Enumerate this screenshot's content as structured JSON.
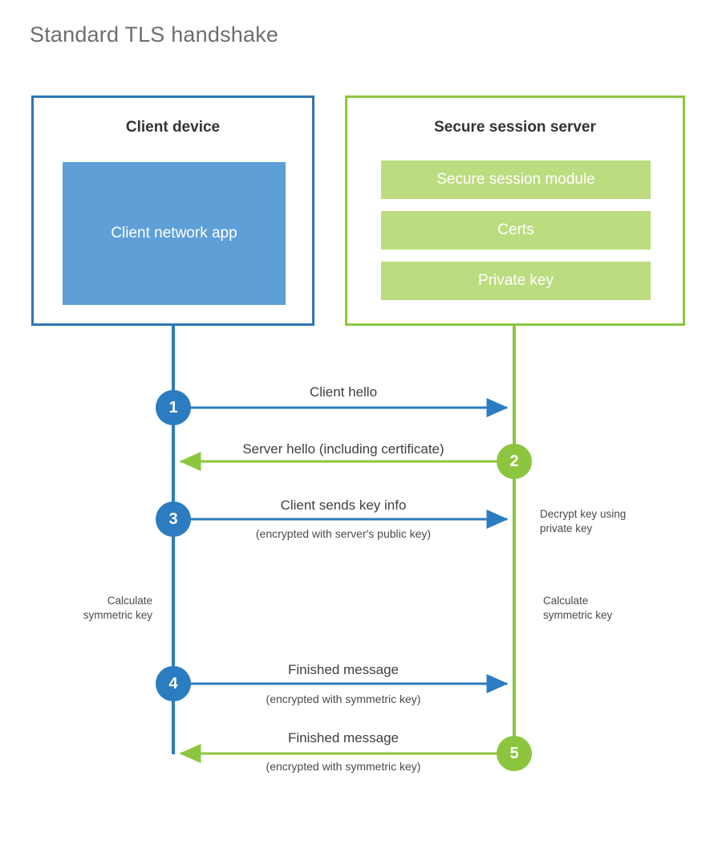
{
  "title": "Standard TLS handshake",
  "colors": {
    "client_border": "#2E75B6",
    "client_fill": "#5E9FD7",
    "server_border": "#8CC63E",
    "server_fill": "#BCDC80",
    "client_line": "#2B7CC0",
    "server_line": "#8CC63E",
    "title_text": "#6e6e6e",
    "body_text": "#3f3f3f"
  },
  "client": {
    "title": "Client device",
    "app_label": "Client network app"
  },
  "server": {
    "title": "Secure session server",
    "blocks": [
      {
        "label": "Secure session module"
      },
      {
        "label": "Certs"
      },
      {
        "label": "Private key"
      }
    ]
  },
  "steps": [
    {
      "number": "1",
      "label": "Client hello",
      "sublabel": "",
      "direction": "client-to-server",
      "origin": "client"
    },
    {
      "number": "2",
      "label": "Server hello (including certificate)",
      "sublabel": "",
      "direction": "server-to-client",
      "origin": "server"
    },
    {
      "number": "3",
      "label": "Client sends key info",
      "sublabel": "(encrypted with server's public key)",
      "direction": "client-to-server",
      "origin": "client"
    },
    {
      "number": "4",
      "label": "Finished message",
      "sublabel": "(encrypted with symmetric key)",
      "direction": "client-to-server",
      "origin": "client"
    },
    {
      "number": "5",
      "label": "Finished message",
      "sublabel": "(encrypted with symmetric key)",
      "direction": "server-to-client",
      "origin": "server"
    }
  ],
  "notes": {
    "decrypt_key": "Decrypt key using\nprivate key",
    "decrypt_key_line1": "Decrypt key using",
    "decrypt_key_line2": "private key",
    "calc_client_line1": "Calculate",
    "calc_client_line2": "symmetric key",
    "calc_server_line1": "Calculate",
    "calc_server_line2": "symmetric key"
  }
}
